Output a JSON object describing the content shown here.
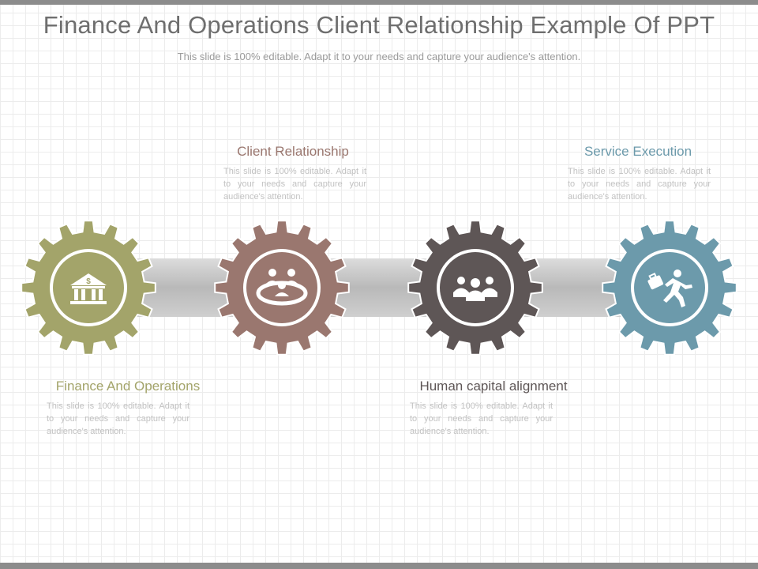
{
  "slide": {
    "title": "Finance And Operations Client Relationship Example Of PPT",
    "subtitle": "This slide is 100% editable. Adapt it to your needs and capture your audience's attention."
  },
  "steps": [
    {
      "title": "Finance And Operations",
      "description": "This slide is 100% editable. Adapt it to your needs and capture your audience's attention.",
      "color": "#a3a46a",
      "icon": "bank-icon"
    },
    {
      "title": "Client Relationship",
      "description": "This slide is 100% editable. Adapt it to your needs and capture your audience's attention.",
      "color": "#9a776f",
      "icon": "meeting-icon"
    },
    {
      "title": "Human capital alignment",
      "description": "This slide is 100% editable. Adapt it to your needs and capture your audience's attention.",
      "color": "#5e5656",
      "icon": "team-icon"
    },
    {
      "title": "Service Execution",
      "description": "This slide is 100% editable. Adapt it to your needs and capture your audience's attention.",
      "color": "#6c9aab",
      "icon": "running-businessman-icon"
    }
  ]
}
